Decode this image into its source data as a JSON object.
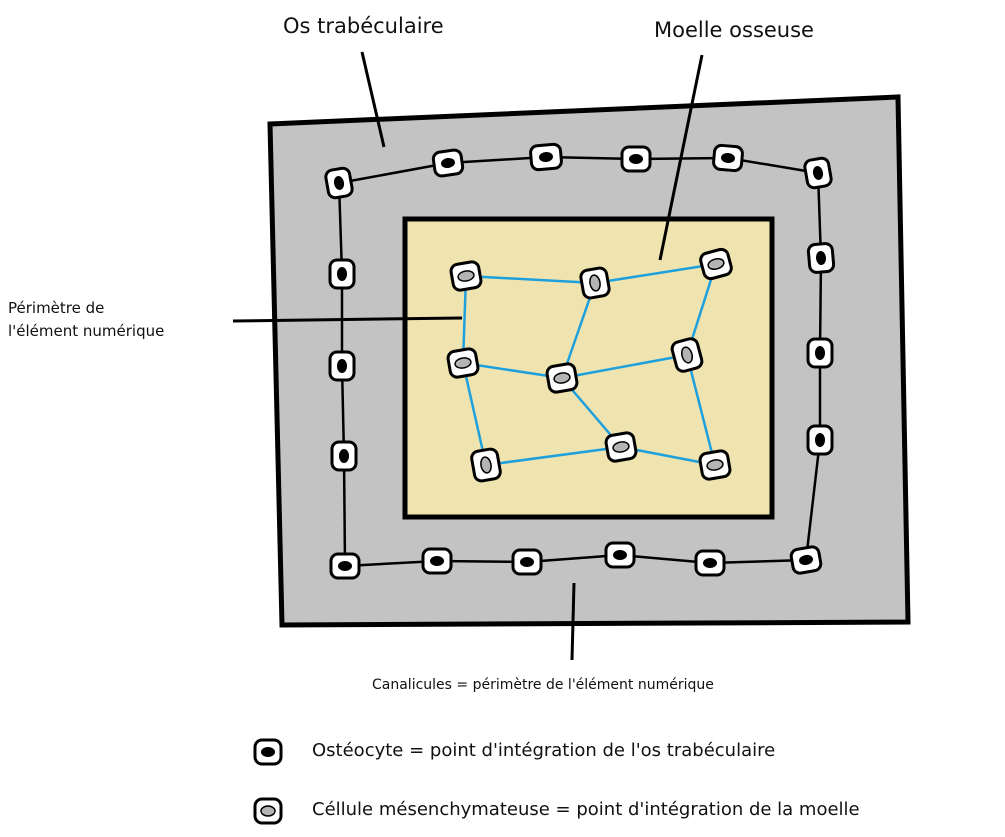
{
  "labels": {
    "trabecular_bone": "Os trabéculaire",
    "bone_marrow": "Moelle osseuse",
    "perimeter_line1": "Périmètre de",
    "perimeter_line2": "l'élément numérique",
    "canaliculi": "Canalicules = périmètre de l'élément numérique"
  },
  "legend": {
    "osteocyte": "Ostéocyte = point d'intégration de l'os trabéculaire",
    "mesenchymal": "Céllule mésenchymateuse = point d'intégration de la moelle"
  },
  "colors": {
    "bone": "#c3c3c3",
    "marrow": "#efe4b0",
    "canaliculi_blue": "#1ea0dc",
    "outline": "#000000",
    "mesenchymal_nucleus": "#b4b4b4"
  },
  "icons": {
    "osteocyte": "osteocyte-icon",
    "mesenchymal": "mesenchymal-cell-icon"
  }
}
